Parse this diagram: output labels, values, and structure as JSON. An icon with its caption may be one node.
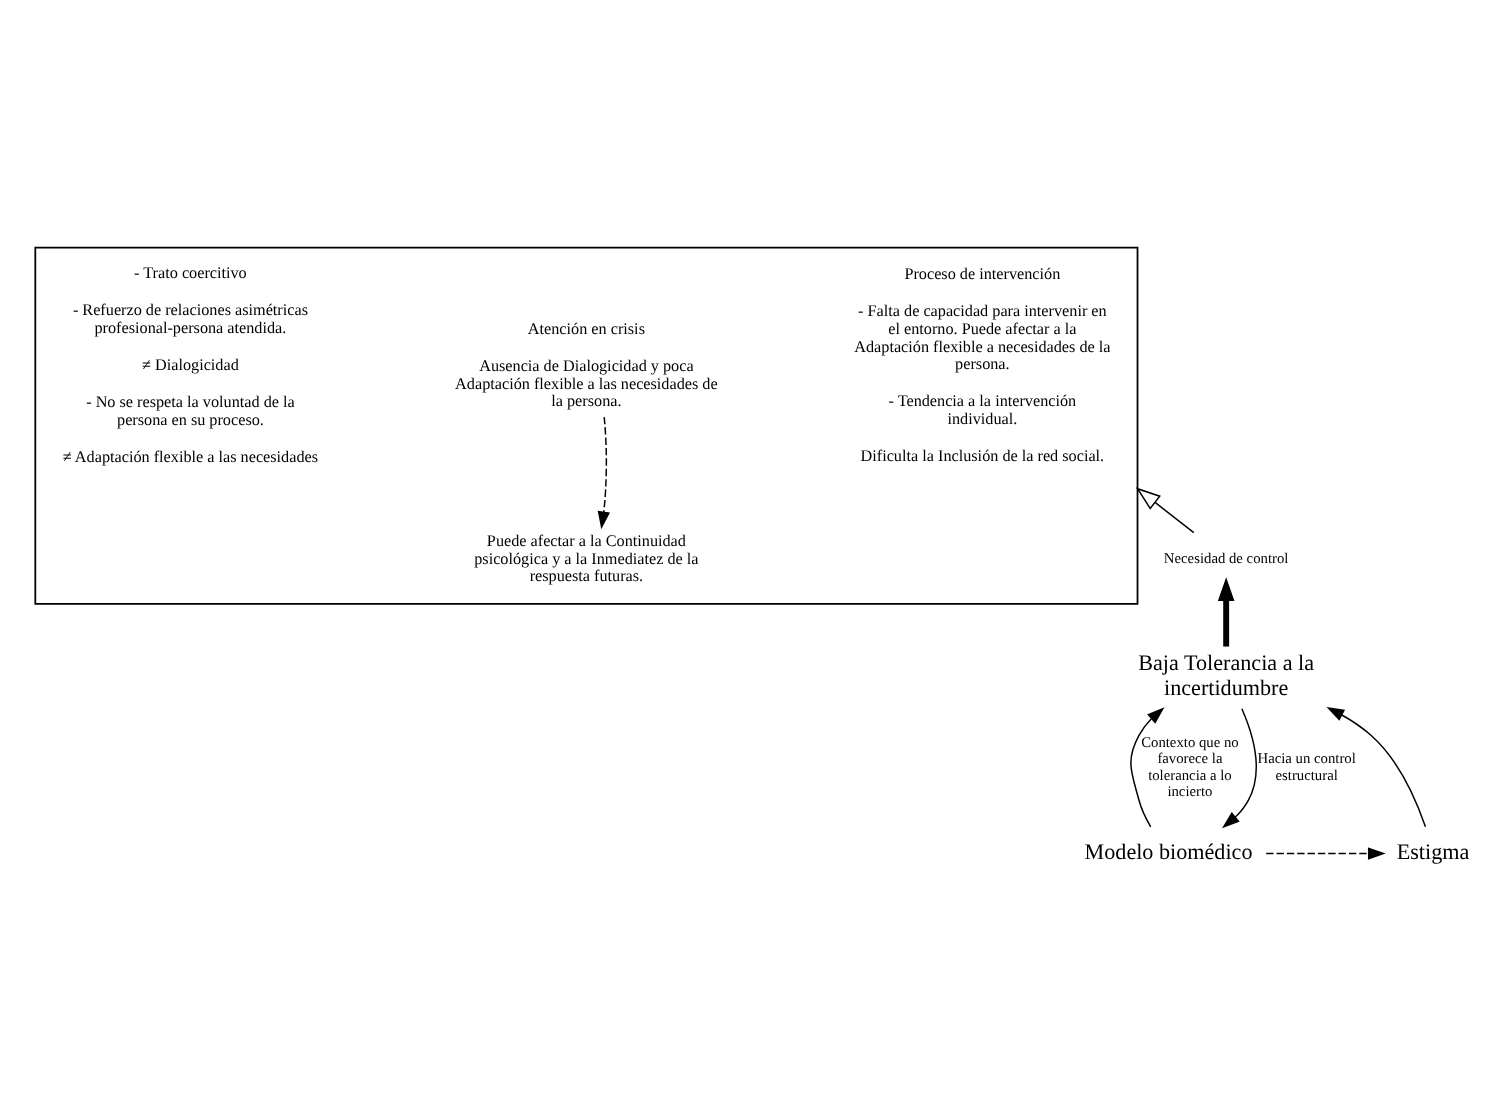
{
  "diagram": {
    "nodes": [
      {
        "text": [],
        "shape": "box"
      },
      {
        "text": [
          "Proceso de intervención",
          "- Falta de capacidad para intervenir en el entorno. Puede afectar a la Adaptación flexible a necesidades de la persona.",
          "- Tendencia a la intervención individual.",
          "Dificulta la Inclusión de la red social."
        ],
        "in": 0
      },
      {
        "text": [
          "Atención en crisis",
          "Ausencia de Dialogicidad y poca Adaptación flexible a las necesidades de la persona."
        ],
        "in": 0
      },
      {
        "text": [
          "Puede afectar a la Continuidad psicológica y a la Inmediatez de la respuesta futuras."
        ],
        "in": 0
      },
      {
        "text": [
          "- Trato coercitivo",
          "- Refuerzo de relaciones asimétricas profesional-persona atendida.",
          "≠ Dialogicidad",
          "- No se respeta la voluntad de la persona en su proceso.",
          "≠ Adaptación flexible a las necesidades"
        ],
        "in": 0
      },
      {
        "text": [
          "Necesidad de control"
        ]
      },
      {
        "text": [
          "Baja Tolerancia a la incertidumbre"
        ]
      },
      {
        "text": [
          "Modelo biomédico"
        ]
      },
      {
        "text": [
          "Estigma"
        ]
      }
    ],
    "edges": [
      {
        "from": 2,
        "to": 3,
        "arrow": "to",
        "style": "dashed"
      },
      {
        "from": 5,
        "to": 0,
        "arrow": "to"
      },
      {
        "from": 6,
        "to": 5,
        "arrow": "to",
        "style": "thick"
      },
      {
        "from": 7,
        "to": 6,
        "arrow": "to",
        "label": "Contexto que no favorece la tolerancia a lo incierto"
      },
      {
        "from": 6,
        "to": 7,
        "arrow": "to",
        "label": "Hacia un control estructural"
      },
      {
        "from": 8,
        "to": 6,
        "arrow": "to"
      },
      {
        "from": 7,
        "to": 8,
        "arrow": "to",
        "style": "dashed"
      }
    ]
  }
}
